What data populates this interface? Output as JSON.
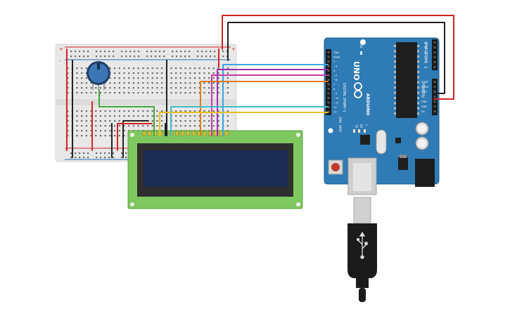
{
  "colors": {
    "background": "#ffffff",
    "breadboard": "#e8e8e8",
    "breadboard_hole": "#6b6b6b",
    "rail_red": "#d22424",
    "rail_blue": "#2d6fb3",
    "arduino_board": "#2f7bb5",
    "arduino_dark": "#1f5f92",
    "lcd_pcb": "#7fc85f",
    "lcd_frame": "#2f2f2f",
    "lcd_screen": "#1c2b52",
    "pot_body": "#3d76b5",
    "usb_plug": "#1b1b1b",
    "wire_red": "#d22424",
    "wire_black": "#222222",
    "wire_green": "#45a83d",
    "wire_blue": "#3aa7e0",
    "wire_purple": "#a02cb0",
    "wire_magenta": "#c33aa8",
    "wire_orange": "#e07a1b",
    "wire_teal": "#45b8c7",
    "wire_yellow": "#e2c21e"
  },
  "breadboard": {
    "plus_symbol": "+",
    "minus_symbol": "-"
  },
  "arduino": {
    "brand": "ARDUINO",
    "model": "UNO",
    "on_label": "ON",
    "digital_label": "DIGITAL (PWM~)",
    "analog_label": "ANALOG IN",
    "power_label": "POWER",
    "tx_label": "TX",
    "rx_label": "RX",
    "l_label": "L",
    "aref_label": "AREF",
    "gnd_label": "GND",
    "digital_pins": [
      "TX▸1",
      "RX◂0",
      "2",
      "~3",
      "4",
      "~5",
      "~6",
      "7",
      "8",
      "~9",
      "~10",
      "~11",
      "12",
      "13"
    ],
    "analog_pins": [
      "A0",
      "A1",
      "A2",
      "A3",
      "A4",
      "A5"
    ],
    "power_pins": [
      "IOREF",
      "RESET",
      "3.3V",
      "5V",
      "GND",
      "GND",
      "Vin"
    ]
  },
  "icons": {
    "usb": "usb-symbol-icon",
    "logo": "arduino-infinity-logo-icon"
  }
}
